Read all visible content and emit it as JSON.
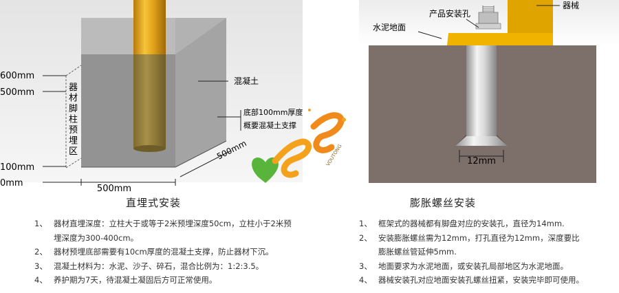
{
  "left": {
    "labels": {
      "d600": "600mm",
      "d500": "500mm",
      "d100": "100mm",
      "d0": "0mm",
      "vertical_note": "器材脚柱预埋区",
      "concrete": "混凝土",
      "bottom_note_line1": "底部100mm厚度",
      "bottom_note_line2": "概要混凝土支撑",
      "width_bottom": "500mm",
      "width_side": "500mm"
    },
    "caption": "直埋式安装",
    "items": [
      {
        "num": "1、",
        "line1": "器材直埋深度：立柱大于或等于2米预埋深度50cm，立柱小于2米预",
        "line2": "埋深度为300-400cm。"
      },
      {
        "num": "2、",
        "line1": "器材预埋底部需要有10cm厚度的混凝土支撑，防止器材下沉。"
      },
      {
        "num": "3、",
        "line1": "混凝土材料为：水泥、沙子、碎石，混合比例为：1:2:3.5。"
      },
      {
        "num": "4、",
        "line1": "养护期为7天，待混凝土凝固后方可正常使用。"
      }
    ]
  },
  "logo": {
    "text": "VOUTONG"
  },
  "right": {
    "labels": {
      "mount_hole": "产品安装孔",
      "equipment": "器械",
      "ground": "水泥地面",
      "hole_size": "12mm"
    },
    "caption": "膨胀螺丝安装",
    "items": [
      {
        "num": "1、",
        "line1": "框架式的器械都有脚盘对应的安装孔，直径为14mm."
      },
      {
        "num": "2、",
        "line1": "安装膨胀螺丝需为12mm，打孔直径为12mm，深度要比",
        "line2": "膨胀螺丝管延伸5mm."
      },
      {
        "num": "3、",
        "line1": "地面要求为水泥地面，或安装孔局部地区为水泥地面。"
      },
      {
        "num": "4、",
        "line1": "器械安装孔对应地面安装孔螺丝扭紧，安装完毕即可使用。"
      }
    ]
  },
  "colors": {
    "concrete": "#8e8e8e",
    "post": "#e3a51c",
    "bracket": "#f0b400",
    "ground": "#7d6f6a",
    "bolt": "#c9c9c9"
  }
}
